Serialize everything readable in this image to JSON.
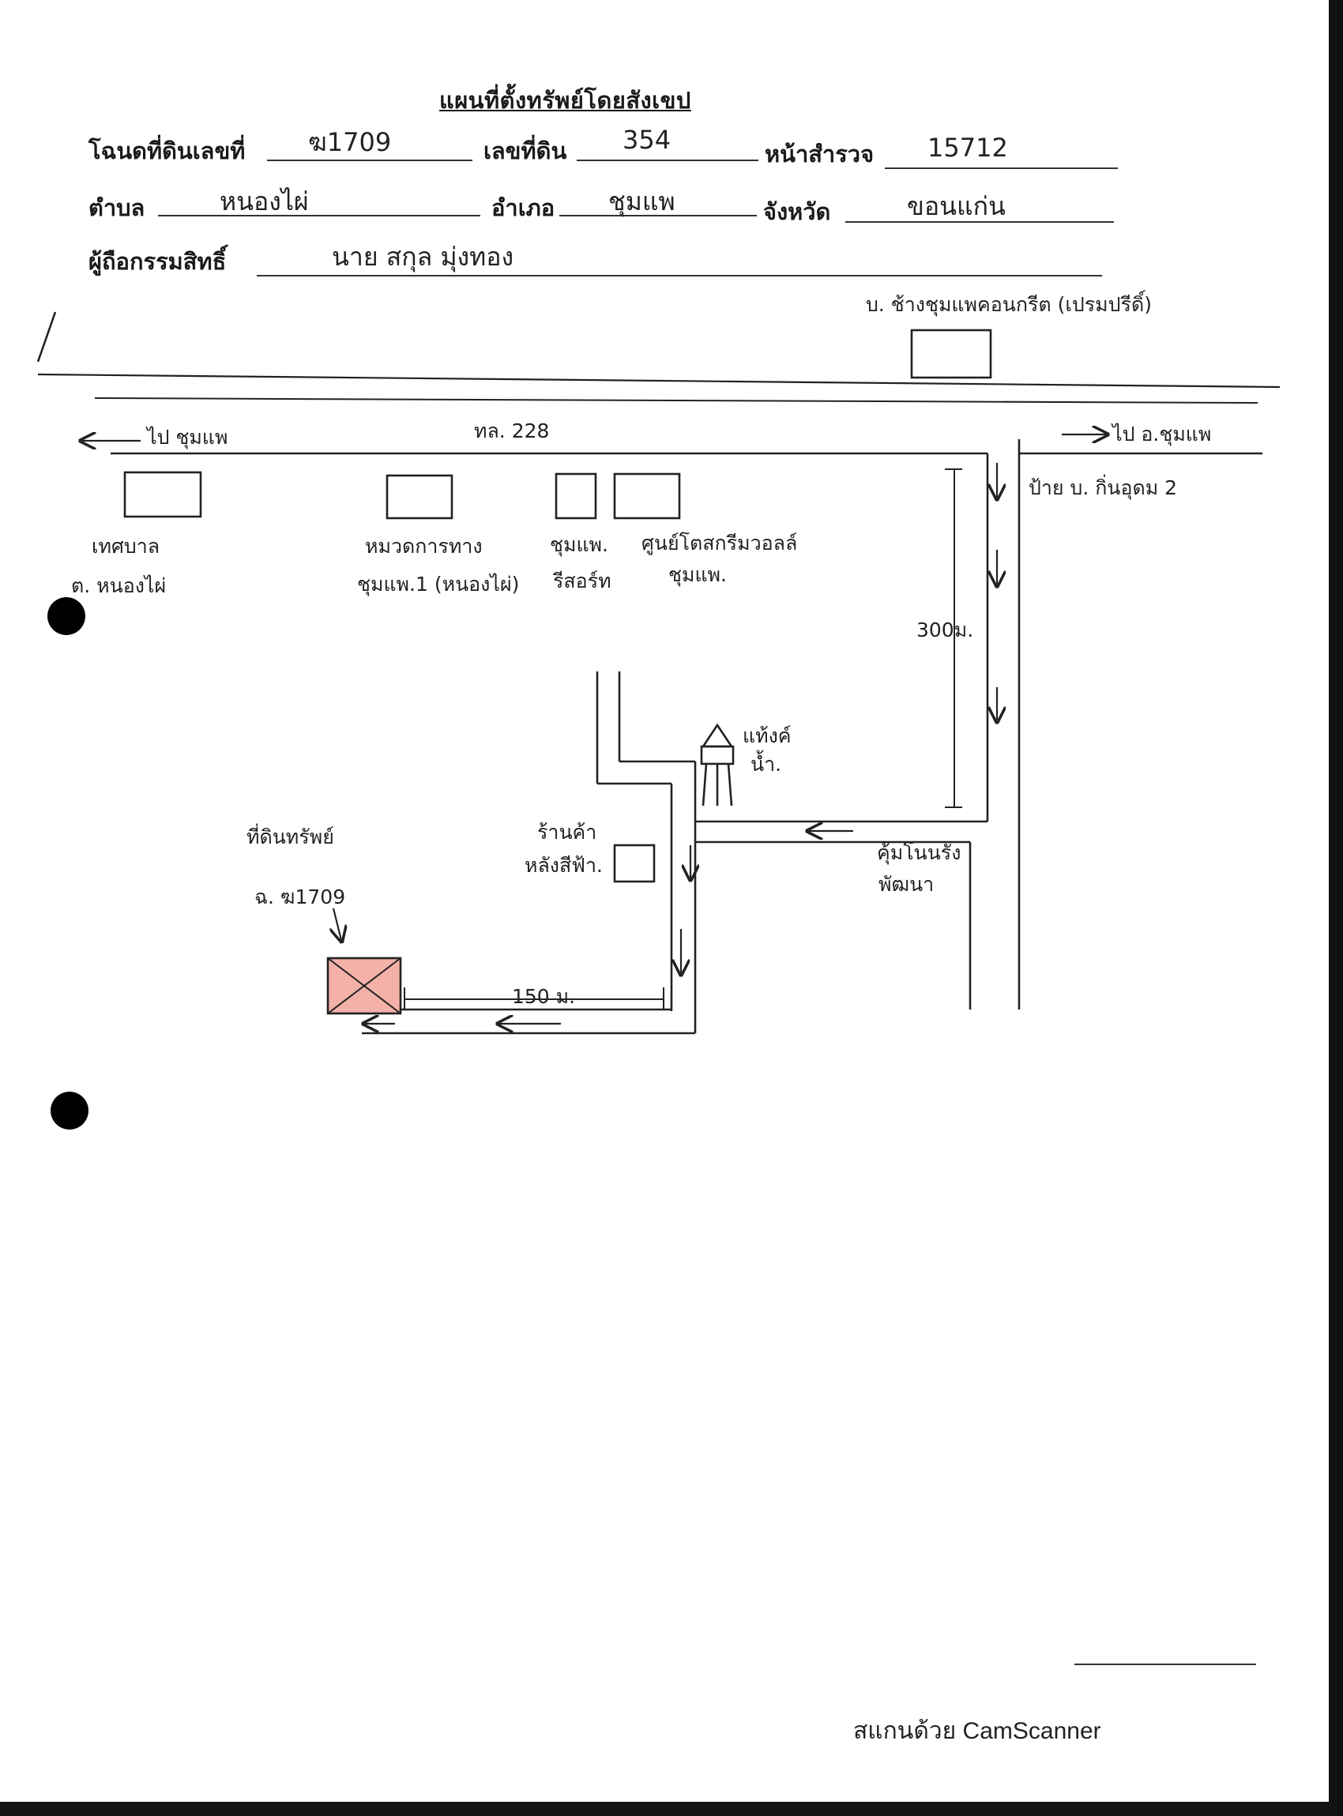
{
  "header": {
    "title": "แผนที่ตั้งทรัพย์โดยสังเขป",
    "deed_label": "โฉนดที่ดินเลขที่",
    "deed_value": "ฆ1709",
    "land_no_label": "เลขที่ดิน",
    "land_no_value": "354",
    "survey_label": "หน้าสำรวจ",
    "survey_value": "15712",
    "subdistrict_label": "ตำบล",
    "subdistrict_value": "หนองไผ่",
    "district_label": "อำเภอ",
    "district_value": "ชุมแพ",
    "province_label": "จังหวัด",
    "province_value": "ขอนแก่น",
    "owner_label": "ผู้ถือกรรมสิทธิ์",
    "owner_value": "นาย สกุล มุ่งทอง"
  },
  "map": {
    "top_right_label": "บ. ช้างชุมแพคอนกรีต (เปรมปรีดิ์)",
    "highway_label": "ทล. 228",
    "to_left_label": "ไป ชุมแพ",
    "to_right_label": "ไป อ.ชุมแพ",
    "sign_label": "ป้าย บ. กิ่นอุดม 2",
    "place_1_label": "เทศบาล",
    "place_1_sub": "ต. หนองไผ่",
    "place_2_label": "หมวดการทาง",
    "place_2_sub": "ชุมแพ.1 (หนองไผ่)",
    "place_3_label": "ชุมแพ.",
    "place_3_sub": "รีสอร์ท",
    "place_4_label": "ศูนย์โตสกรีมวอลล์",
    "place_4_sub": "ชุมแพ.",
    "distance_300": "300ม.",
    "water_tower_label": "แท้งค์",
    "water_tower_sub": "น้ำ.",
    "shop_label": "ร้านค้า",
    "shop_sub": "หลังสีฟ้า.",
    "corner_label": "คุ้มโนนรัง",
    "corner_sub": "พัฒนา",
    "property_label": "ที่ดินทรัพย์",
    "property_sub": "ฉ. ฆ1709",
    "distance_150": "150 ม.",
    "property_color": "#f4b1a8"
  },
  "footer": {
    "scanner_text": "สแกนด้วย CamScanner"
  }
}
